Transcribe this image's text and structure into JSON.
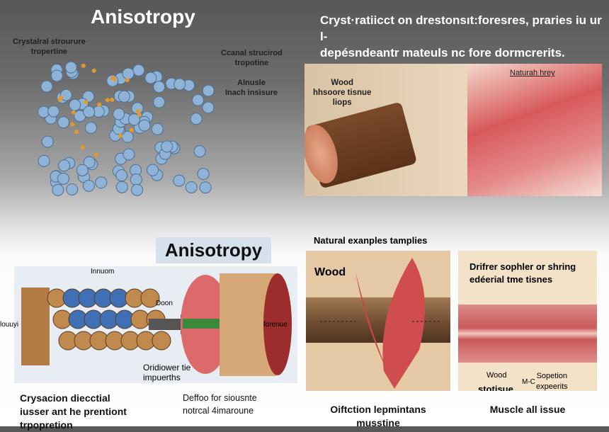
{
  "top": {
    "title": "Anisotropy",
    "subtitle_lines": [
      "Cryst·ratiicct on drestonsıt:foresres, praries iu ur l-",
      "depésndeantr mateuls  nc fore dormcrerits."
    ],
    "labels": {
      "crystal": [
        "Crystalral strourure",
        "tropertine"
      ],
      "canal": [
        "Ccanal strucirod",
        "tropotine"
      ],
      "alnusle": [
        "Alnusle",
        "Inach insisure"
      ]
    },
    "panel": {
      "wood": [
        "Wood",
        "hhsoore tisnue",
        "liops"
      ],
      "natural": "Naturah hrey"
    }
  },
  "bottom": {
    "title": "Anisotropy",
    "illustration": {
      "innuom": "Innuom",
      "doon": "Doon",
      "left": "louuyi",
      "right": "forenue",
      "oridiower": [
        "Oridiower tie",
        "impuerths"
      ]
    },
    "caption_left": [
      "Crysacion diecctial",
      "iusser ant he prentiont",
      "trpopretion"
    ],
    "caption_mid": [
      "Deffoo for siousnte",
      "notrcal 4imaroune"
    ],
    "examples_heading": "Natural exanples tamplies",
    "panel1": {
      "label": "Wood",
      "caption": [
        "Oiftction lepmintans",
        "musstine"
      ]
    },
    "panel2": {
      "heading": [
        "Drifrer sophler or shring",
        "edéerial tme tisnes"
      ],
      "wood": "Wood",
      "stotisue": "stotisue",
      "mc": "M-C",
      "sopetion": [
        "Sopetion",
        "expeerits"
      ],
      "caption": "Muscle all issue"
    }
  }
}
